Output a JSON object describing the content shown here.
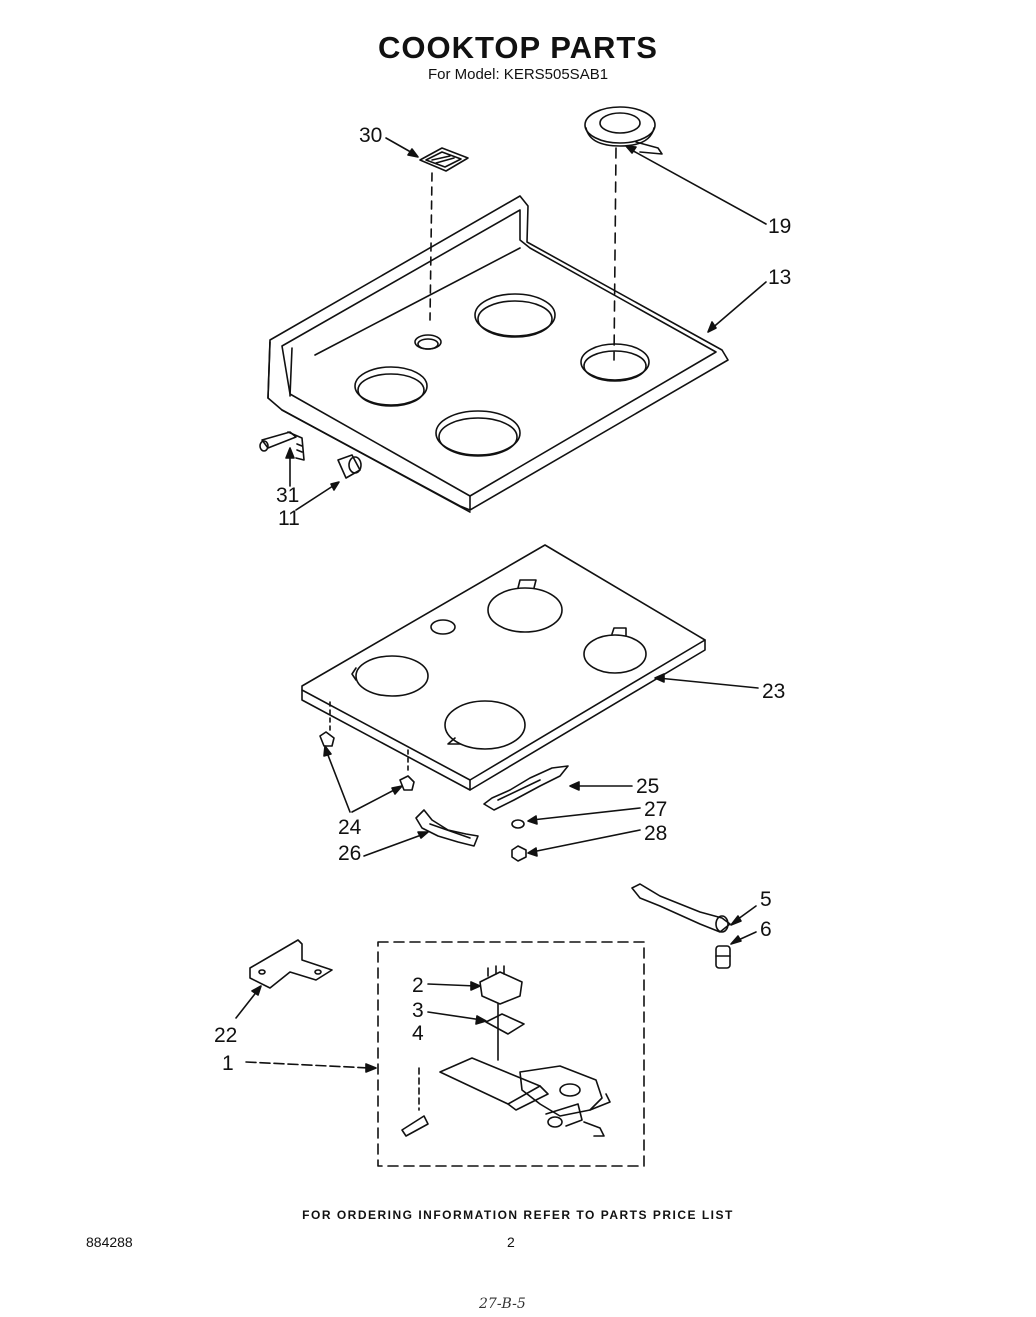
{
  "header": {
    "title": "COOKTOP PARTS",
    "subtitle": "For Model: KERS505SAB1"
  },
  "callouts": [
    "30",
    "19",
    "13",
    "31",
    "11",
    "23",
    "25",
    "27",
    "28",
    "24",
    "26",
    "5",
    "6",
    "2",
    "3",
    "4",
    "22",
    "1"
  ],
  "footer": {
    "ordering_note": "FOR ORDERING INFORMATION REFER TO PARTS PRICE LIST",
    "document_number": "884288",
    "page_number": "2",
    "handwritten_note": "27-B-5"
  }
}
